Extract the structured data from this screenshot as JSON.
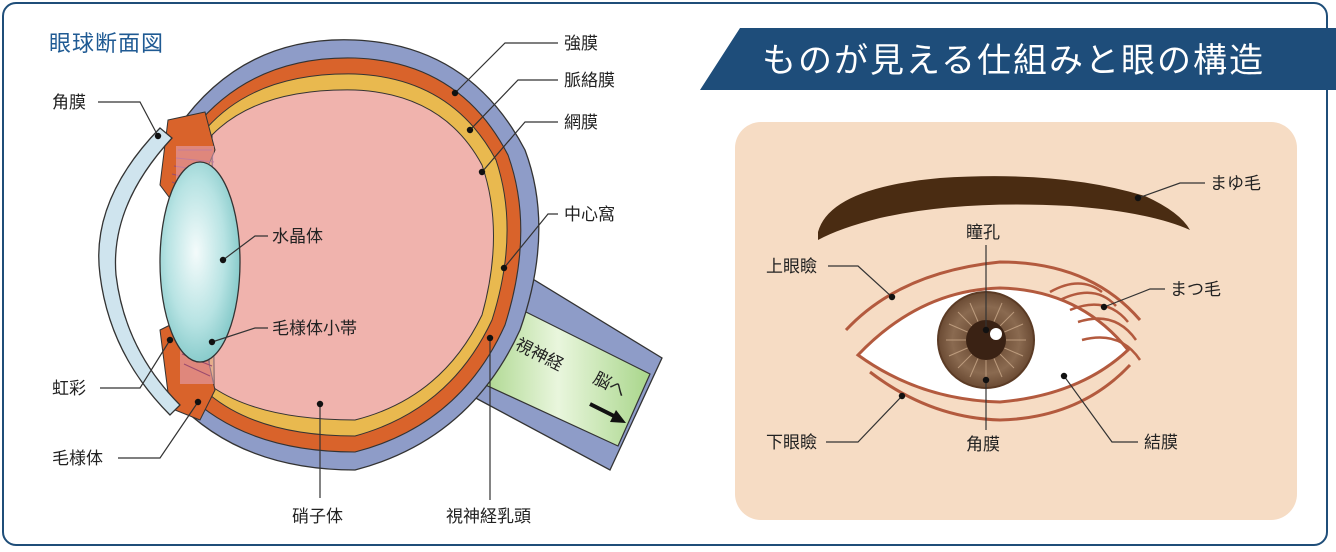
{
  "section_title": "眼球断面図",
  "banner_title": "ものが見える仕組みと眼の構造",
  "cross_section": {
    "labels": {
      "sclera": "強膜",
      "choroid": "脈絡膜",
      "retina": "網膜",
      "fovea": "中心窩",
      "cornea": "角膜",
      "lens": "水晶体",
      "zonule": "毛様体小帯",
      "iris": "虹彩",
      "ciliary_body": "毛様体",
      "vitreous": "硝子体",
      "optic_disc": "視神経乳頭",
      "optic_nerve": "視神経",
      "to_brain": "脳へ"
    }
  },
  "external_eye": {
    "labels": {
      "eyebrow": "まゆ毛",
      "pupil": "瞳孔",
      "upper_eyelid": "上眼瞼",
      "eyelashes": "まつ毛",
      "lower_eyelid": "下眼瞼",
      "cornea": "角膜",
      "conjunctiva": "結膜"
    }
  },
  "colors": {
    "frame": "#1f4e79",
    "banner": "#1e4d7a",
    "sclera": "#8e9cc8",
    "choroid": "#d9632b",
    "retina": "#e9b94f",
    "vitreous": "#f0b3ad",
    "lens": "#a8dcdc",
    "cornea": "#cfe4ee",
    "optic_nerve": "#c9e6b3",
    "panel_bg": "#f6dcc4",
    "eyebrow": "#4a2c12",
    "iris": "#7b5b43"
  }
}
